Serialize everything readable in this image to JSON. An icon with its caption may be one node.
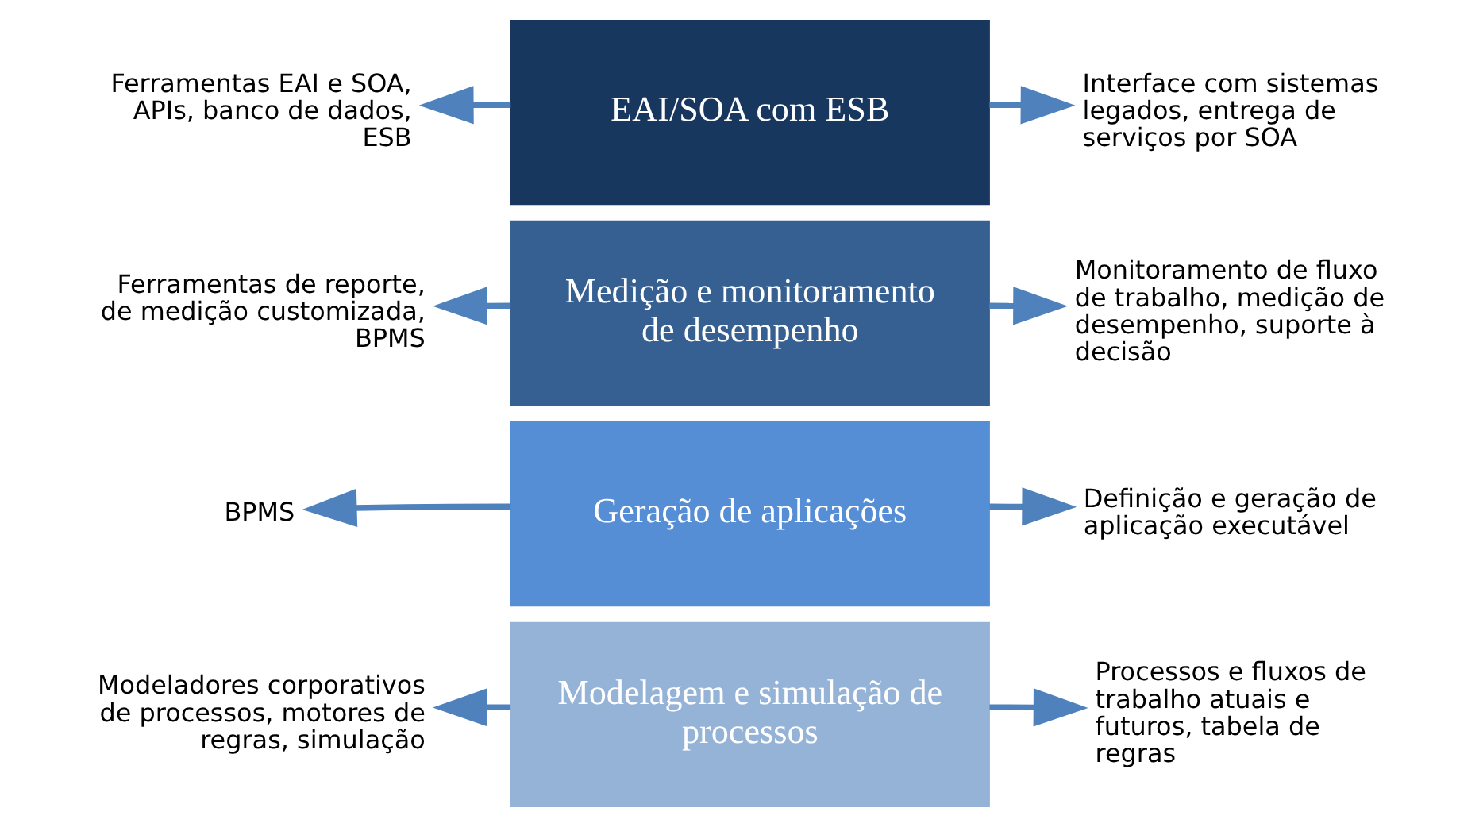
{
  "diagram": {
    "nodes": [
      {
        "text": [
          "Modelagem e simulação de processos"
        ]
      },
      {
        "text": [
          "Geração de aplicações"
        ]
      },
      {
        "text": [
          "Medição e monitoramento de desempenho"
        ]
      },
      {
        "text": [
          "EAI/SOA com ESB"
        ]
      },
      {
        "text": [
          "Modeladores corporativos de processos, motores de regras, simulação"
        ]
      },
      {
        "text": [
          "Processos e fluxos de trabalho atuais e futuros, tabela de regras"
        ]
      },
      {
        "text": [
          "BPMS"
        ]
      },
      {
        "text": [
          "Definição e geração de aplicação executável"
        ]
      },
      {
        "text": [
          "Ferramentas de reporte, de medição customizada, BPMS"
        ]
      },
      {
        "text": [
          "Monitoramento de fluxo de trabalho, medição de desempenho, suporte à decisão"
        ]
      },
      {
        "text": [
          "Ferramentas EAI e SOA, APIs, banco de dados, ESB"
        ]
      },
      {
        "text": [
          "Interface com sistemas legados, entrega de serviços por SOA"
        ]
      }
    ],
    "edges": [
      {
        "from": 0,
        "to": 4,
        "arrow": "to"
      },
      {
        "from": 0,
        "to": 5,
        "arrow": "to"
      },
      {
        "from": 1,
        "to": 6,
        "arrow": "to"
      },
      {
        "from": 1,
        "to": 7,
        "arrow": "to"
      },
      {
        "from": 2,
        "to": 8,
        "arrow": "to"
      },
      {
        "from": 2,
        "to": 9,
        "arrow": "to"
      },
      {
        "from": 3,
        "to": 10,
        "arrow": "to"
      },
      {
        "from": 3,
        "to": 11,
        "arrow": "to"
      }
    ]
  }
}
